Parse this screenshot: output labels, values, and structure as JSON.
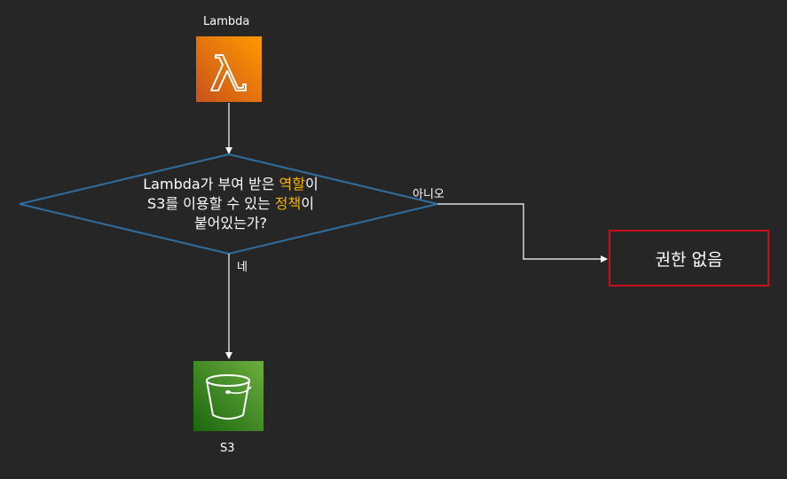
{
  "nodes": {
    "lambda": {
      "label": "Lambda",
      "icon": "lambda-icon",
      "color": "#ED7100"
    },
    "s3": {
      "label": "S3",
      "icon": "s3-bucket-icon",
      "color": "#3F8624"
    },
    "decision": {
      "line1_a": "Lambda가 부여 받은 ",
      "line1_b": "역할",
      "line1_c": "이",
      "line2_a": "S3를 이용할 수 있는 ",
      "line2_b": "정책",
      "line2_c": "이",
      "line3": "붙어있는가?",
      "border_color": "#2f6e9e",
      "highlight_color": "#f5b400"
    },
    "result": {
      "label": "권한 없음",
      "border_color": "#c8101e"
    }
  },
  "edges": {
    "yes_label": "네",
    "no_label": "아니오"
  }
}
